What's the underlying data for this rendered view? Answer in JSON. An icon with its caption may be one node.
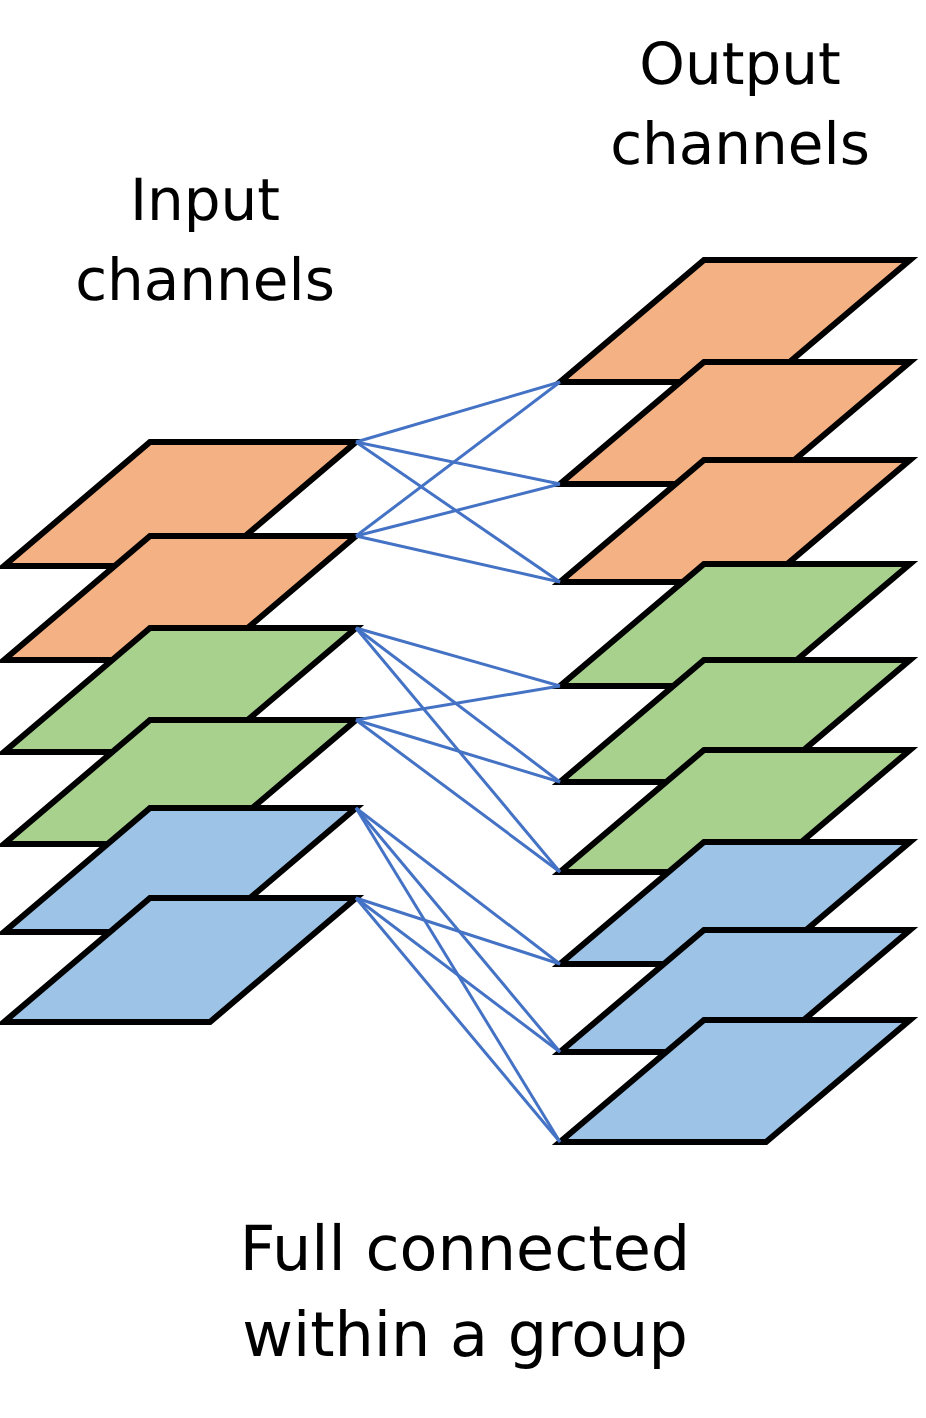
{
  "diagram": {
    "caption": "Full connected within a group",
    "nodes": [
      {
        "text": [],
        "shape": "parallelogram"
      },
      {
        "text": [],
        "shape": "parallelogram"
      },
      {
        "text": [],
        "shape": "parallelogram"
      },
      {
        "text": [],
        "shape": "parallelogram"
      },
      {
        "text": [],
        "shape": "parallelogram"
      },
      {
        "text": [],
        "shape": "parallelogram"
      },
      {
        "text": [],
        "shape": "parallelogram"
      },
      {
        "text": [],
        "shape": "parallelogram"
      },
      {
        "text": [],
        "shape": "parallelogram"
      },
      {
        "text": [],
        "shape": "parallelogram"
      },
      {
        "text": [],
        "shape": "parallelogram"
      },
      {
        "text": [],
        "shape": "parallelogram"
      },
      {
        "text": [],
        "shape": "parallelogram"
      },
      {
        "text": [],
        "shape": "parallelogram"
      },
      {
        "text": [],
        "shape": "parallelogram"
      }
    ],
    "edges": [
      {
        "from": 0,
        "to": 6,
        "arrow": "none"
      },
      {
        "from": 0,
        "to": 7,
        "arrow": "none"
      },
      {
        "from": 0,
        "to": 8,
        "arrow": "none"
      },
      {
        "from": 1,
        "to": 6,
        "arrow": "none"
      },
      {
        "from": 1,
        "to": 7,
        "arrow": "none"
      },
      {
        "from": 1,
        "to": 8,
        "arrow": "none"
      },
      {
        "from": 2,
        "to": 9,
        "arrow": "none"
      },
      {
        "from": 2,
        "to": 10,
        "arrow": "none"
      },
      {
        "from": 2,
        "to": 11,
        "arrow": "none"
      },
      {
        "from": 3,
        "to": 9,
        "arrow": "none"
      },
      {
        "from": 3,
        "to": 10,
        "arrow": "none"
      },
      {
        "from": 3,
        "to": 11,
        "arrow": "none"
      },
      {
        "from": 4,
        "to": 12,
        "arrow": "none"
      },
      {
        "from": 4,
        "to": 13,
        "arrow": "none"
      },
      {
        "from": 4,
        "to": 14,
        "arrow": "none"
      },
      {
        "from": 5,
        "to": 12,
        "arrow": "none"
      },
      {
        "from": 5,
        "to": 13,
        "arrow": "none"
      },
      {
        "from": 5,
        "to": 14,
        "arrow": "none"
      }
    ],
    "labels": [
      "Input channels",
      "Output channels"
    ]
  }
}
